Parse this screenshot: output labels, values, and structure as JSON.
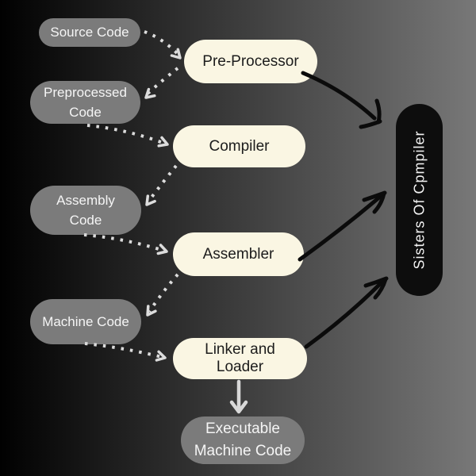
{
  "diagram": {
    "nodes": {
      "source_code": {
        "label": "Source Code",
        "kind": "artifact"
      },
      "pre_processor": {
        "label": "Pre-Processor",
        "kind": "process"
      },
      "preprocessed_code": {
        "label": "Preprocessed Code",
        "kind": "artifact"
      },
      "compiler": {
        "label": "Compiler",
        "kind": "process"
      },
      "assembly_code": {
        "label": "Assembly Code",
        "kind": "artifact"
      },
      "assembler": {
        "label": "Assembler",
        "kind": "process"
      },
      "machine_code": {
        "label": "Machine Code",
        "kind": "artifact"
      },
      "linker_loader": {
        "label": "Linker and Loader",
        "kind": "process"
      },
      "executable_machine_code": {
        "label": "Executable Machine Code",
        "kind": "artifact"
      },
      "sisters": {
        "label": "Sisters Of Cpmpiler",
        "kind": "group"
      }
    },
    "connections": [
      {
        "from": "Source Code",
        "to": "Pre-Processor",
        "style": "dotted"
      },
      {
        "from": "Pre-Processor",
        "to": "Preprocessed Code",
        "style": "dotted"
      },
      {
        "from": "Preprocessed Code",
        "to": "Compiler",
        "style": "dotted"
      },
      {
        "from": "Compiler",
        "to": "Assembly Code",
        "style": "dotted"
      },
      {
        "from": "Assembly Code",
        "to": "Assembler",
        "style": "dotted"
      },
      {
        "from": "Assembler",
        "to": "Machine Code",
        "style": "dotted"
      },
      {
        "from": "Machine Code",
        "to": "Linker and Loader",
        "style": "dotted"
      },
      {
        "from": "Pre-Processor",
        "to": "Sisters Of Cpmpiler",
        "style": "solid-black"
      },
      {
        "from": "Assembler",
        "to": "Sisters Of Cpmpiler",
        "style": "solid-black"
      },
      {
        "from": "Linker and Loader",
        "to": "Sisters Of Cpmpiler",
        "style": "solid-black"
      },
      {
        "from": "Linker and Loader",
        "to": "Executable Machine Code",
        "style": "solid-light"
      }
    ],
    "colors": {
      "bg_left": "#010101",
      "bg_right": "#787878",
      "artifact_fill": "#7b7b7b",
      "artifact_text": "#f5f5f5",
      "process_fill": "#faf6e3",
      "process_text": "#1c1c1c",
      "sisters_fill": "#0d0d0d",
      "sisters_text": "#f2f2f2",
      "dotted_arrow": "#dcdcdc",
      "solid_arrow": "#0b0b0b",
      "light_arrow": "#d8d8d8"
    }
  }
}
